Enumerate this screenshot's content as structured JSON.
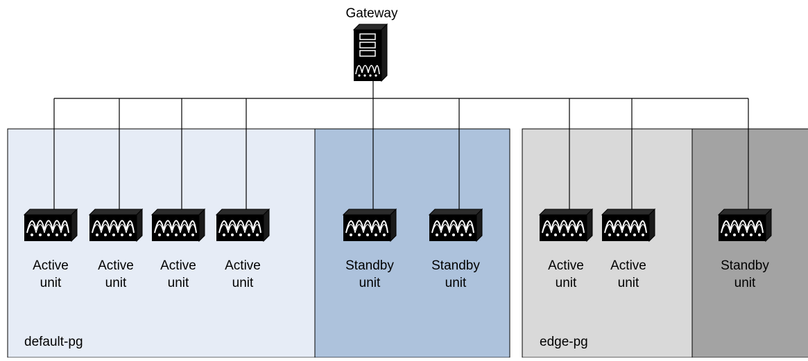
{
  "gateway": {
    "label": "Gateway",
    "icon": "gateway-server-icon"
  },
  "groups": [
    {
      "id": "default-pg",
      "label": "default-pg"
    },
    {
      "id": "edge-pg",
      "label": "edge-pg"
    }
  ],
  "units": [
    {
      "line1": "Active",
      "line2": "unit",
      "group": "default-pg",
      "state": "active",
      "icon": "unit-appliance-icon"
    },
    {
      "line1": "Active",
      "line2": "unit",
      "group": "default-pg",
      "state": "active",
      "icon": "unit-appliance-icon"
    },
    {
      "line1": "Active",
      "line2": "unit",
      "group": "default-pg",
      "state": "active",
      "icon": "unit-appliance-icon"
    },
    {
      "line1": "Active",
      "line2": "unit",
      "group": "default-pg",
      "state": "active",
      "icon": "unit-appliance-icon"
    },
    {
      "line1": "Standby",
      "line2": "unit",
      "group": "default-pg",
      "state": "standby",
      "icon": "unit-appliance-icon"
    },
    {
      "line1": "Standby",
      "line2": "unit",
      "group": "default-pg",
      "state": "standby",
      "icon": "unit-appliance-icon"
    },
    {
      "line1": "Active",
      "line2": "unit",
      "group": "edge-pg",
      "state": "active",
      "icon": "unit-appliance-icon"
    },
    {
      "line1": "Active",
      "line2": "unit",
      "group": "edge-pg",
      "state": "active",
      "icon": "unit-appliance-icon"
    },
    {
      "line1": "Standby",
      "line2": "unit",
      "group": "edge-pg",
      "state": "standby",
      "icon": "unit-appliance-icon"
    }
  ],
  "colors": {
    "default_active": "#e6ecf6",
    "default_standby": "#adc2dc",
    "edge_active": "#d9d9d9",
    "edge_standby": "#a3a3a3",
    "line": "#000000"
  }
}
